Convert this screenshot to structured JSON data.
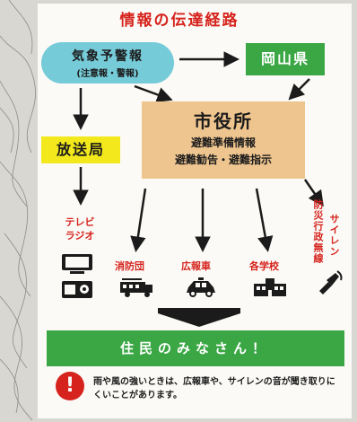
{
  "title": "情報の伝達経路",
  "weather_agency": {
    "name": "気象予警報",
    "detail": "(注意報・警報)"
  },
  "prefecture": "岡山県",
  "broadcaster": "放送局",
  "city_office": {
    "name": "市役所",
    "items": [
      "避難準備情報",
      "避難勧告・避難指示"
    ]
  },
  "media": {
    "tv": "テレビ",
    "radio": "ラジオ"
  },
  "channels": {
    "fire_brigade": "消防団",
    "pr_vehicle": "広報車",
    "schools": "各学校",
    "disaster_radio": "防災行政無線",
    "siren": "サイレン"
  },
  "residents": "住民のみなさん！",
  "note": {
    "icon": "exclamation-icon",
    "text": "雨や風の強いときは、広報車や、サイレンの音が聞き取りにくいことがあります。"
  },
  "colors": {
    "title_red": "#d6231d",
    "weather_cyan": "#76cbd8",
    "green": "#3aa744",
    "city_orange": "#efc58f",
    "broadcast_yellow": "#f2e81c"
  }
}
